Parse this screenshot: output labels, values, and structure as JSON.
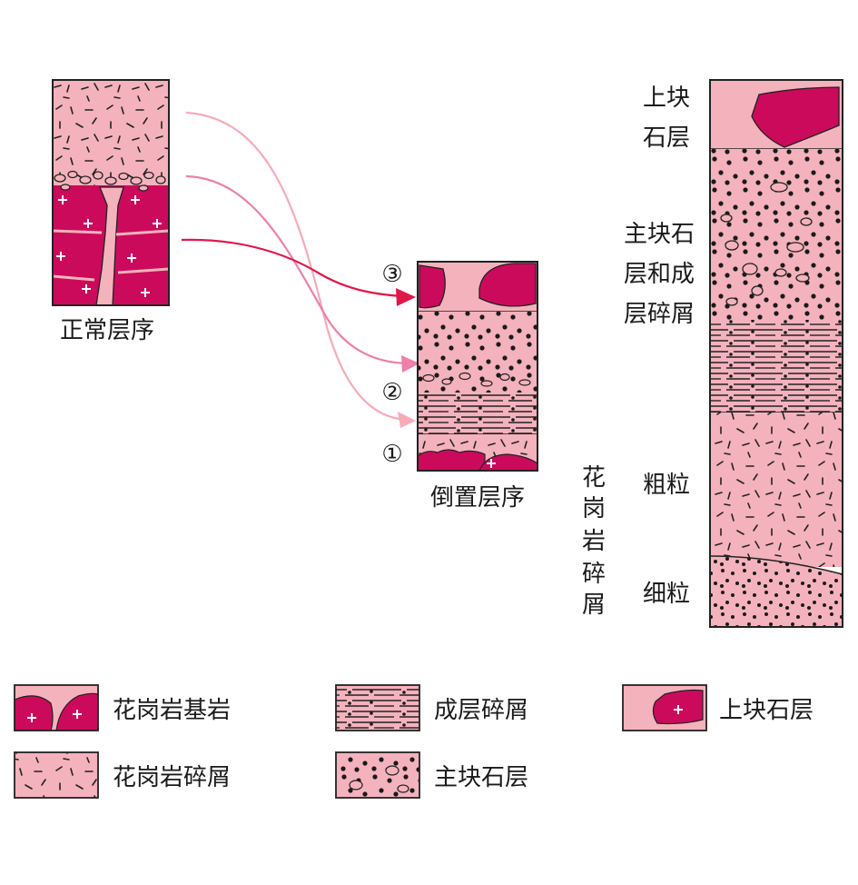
{
  "colors": {
    "pink": "#f4b2bc",
    "magenta": "#cc0a5c",
    "outline": "#222222",
    "arrow1": "#f7aab8",
    "arrow2": "#ee7fa8",
    "arrow3": "#e0184a"
  },
  "normal": {
    "label": "正常层序"
  },
  "inverted": {
    "label": "倒置层序",
    "markers": [
      "①",
      "②",
      "③"
    ]
  },
  "column": {
    "top_label": [
      "上块",
      "石层"
    ],
    "main_label": [
      "主块石",
      "层和成",
      "层碎屑"
    ],
    "debris_label": [
      "花",
      "岗",
      "岩",
      "碎",
      "屑"
    ],
    "coarse_label": "粗粒",
    "fine_label": "细粒"
  },
  "legend": [
    {
      "label": "花岗岩基岩",
      "pattern": "granite-bedrock"
    },
    {
      "label": "成层碎屑",
      "pattern": "bedded-debris"
    },
    {
      "label": "上块石层",
      "pattern": "upper-block"
    },
    {
      "label": "花岗岩碎屑",
      "pattern": "granite-debris"
    },
    {
      "label": "主块石层",
      "pattern": "main-block"
    }
  ]
}
